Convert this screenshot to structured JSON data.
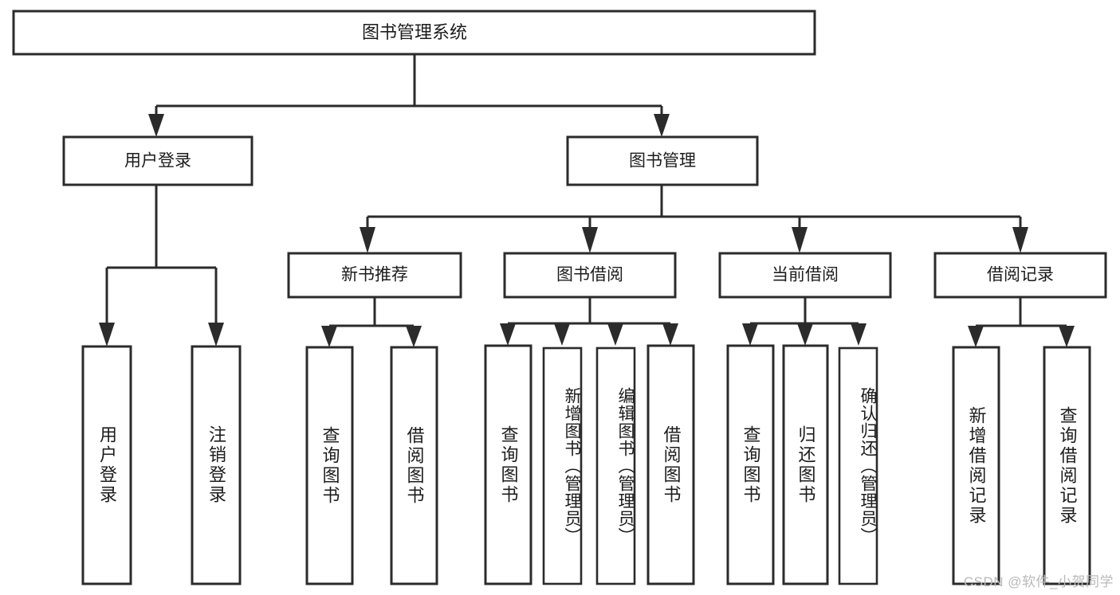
{
  "diagram": {
    "title": "图书管理系统",
    "type": "hierarchy-tree",
    "root": {
      "label": "图书管理系统"
    },
    "level1": [
      {
        "id": "user-login",
        "label": "用户登录"
      },
      {
        "id": "book-manage",
        "label": "图书管理"
      }
    ],
    "level2": [
      {
        "id": "new-book-recommend",
        "label": "新书推荐",
        "parent": "book-manage"
      },
      {
        "id": "book-borrow",
        "label": "图书借阅",
        "parent": "book-manage"
      },
      {
        "id": "current-borrow",
        "label": "当前借阅",
        "parent": "book-manage"
      },
      {
        "id": "borrow-record",
        "label": "借阅记录",
        "parent": "book-manage"
      }
    ],
    "leaves": [
      {
        "id": "leaf-user-login",
        "label": "用户登录",
        "parent": "user-login"
      },
      {
        "id": "leaf-logout-login",
        "label": "注销登录",
        "parent": "user-login"
      },
      {
        "id": "leaf-query-book-1",
        "label": "查询图书",
        "parent": "new-book-recommend"
      },
      {
        "id": "leaf-borrow-book-1",
        "label": "借阅图书",
        "parent": "new-book-recommend"
      },
      {
        "id": "leaf-query-book-2",
        "label": "查询图书",
        "parent": "book-borrow"
      },
      {
        "id": "leaf-add-book",
        "label": "新增图书（管理员）",
        "parent": "book-borrow"
      },
      {
        "id": "leaf-edit-book",
        "label": "编辑图书（管理员）",
        "parent": "book-borrow"
      },
      {
        "id": "leaf-borrow-book-2",
        "label": "借阅图书",
        "parent": "book-borrow"
      },
      {
        "id": "leaf-query-book-3",
        "label": "查询图书",
        "parent": "current-borrow"
      },
      {
        "id": "leaf-return-book",
        "label": "归还图书",
        "parent": "current-borrow"
      },
      {
        "id": "leaf-confirm-return",
        "label": "确认归还（管理员）",
        "parent": "current-borrow"
      },
      {
        "id": "leaf-add-record",
        "label": "新增借阅记录",
        "parent": "borrow-record"
      },
      {
        "id": "leaf-query-record",
        "label": "查询借阅记录",
        "parent": "borrow-record"
      }
    ],
    "watermark": "CSDN @软件_小贺同学",
    "colors": {
      "background": "#ffffff",
      "stroke": "#2b2b2b",
      "text": "#1c1c1c",
      "watermark": "#b9b9b9"
    }
  }
}
